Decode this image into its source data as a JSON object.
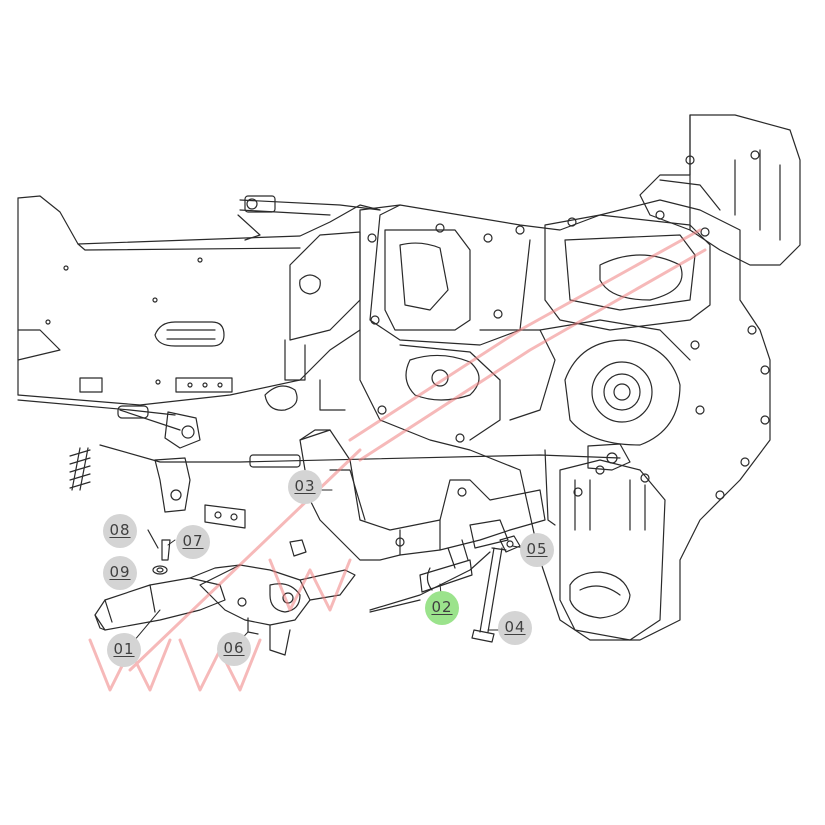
{
  "diagram": {
    "callouts": [
      {
        "id": "c01",
        "label": "01",
        "active": false
      },
      {
        "id": "c02",
        "label": "02",
        "active": true
      },
      {
        "id": "c03",
        "label": "03",
        "active": false
      },
      {
        "id": "c04",
        "label": "04",
        "active": false
      },
      {
        "id": "c05",
        "label": "05",
        "active": false
      },
      {
        "id": "c06",
        "label": "06",
        "active": false
      },
      {
        "id": "c07",
        "label": "07",
        "active": false
      },
      {
        "id": "c08",
        "label": "08",
        "active": false
      },
      {
        "id": "c09",
        "label": "09",
        "active": false
      }
    ],
    "colors": {
      "callout_default": "#d4d4d4",
      "callout_active": "#9be38c",
      "line_art": "#2a2a2a",
      "watermark": "#f08080"
    }
  }
}
